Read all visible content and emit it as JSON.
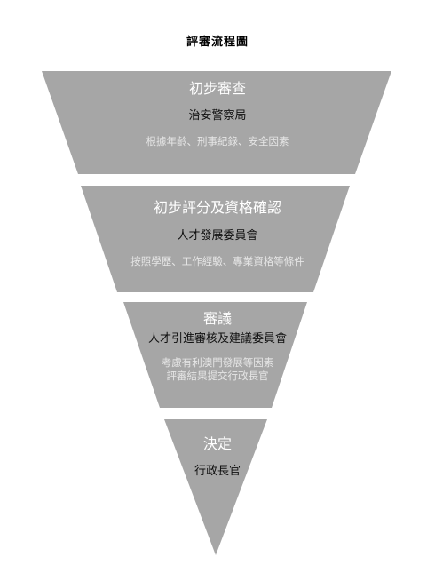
{
  "title": "評審流程圖",
  "colors": {
    "fill": "#a6a6a6",
    "stage_title": "#ffffff",
    "agency": "#111111",
    "note": "#e6e6e6"
  },
  "stages": [
    {
      "title": "初步審查",
      "agency": "治安警察局",
      "notes": [
        "根據年齡、刑事紀錄、安全因素"
      ]
    },
    {
      "title": "初步評分及資格確認",
      "agency": "人才發展委員會",
      "notes": [
        "按照學歷、工作經驗、專業資格等條件"
      ]
    },
    {
      "title": "審議",
      "agency": "人才引進審核及建議委員會",
      "notes": [
        "考慮有利澳門發展等因素",
        "評審結果提交行政長官"
      ]
    },
    {
      "title": "決定",
      "agency": "行政長官",
      "notes": []
    }
  ]
}
